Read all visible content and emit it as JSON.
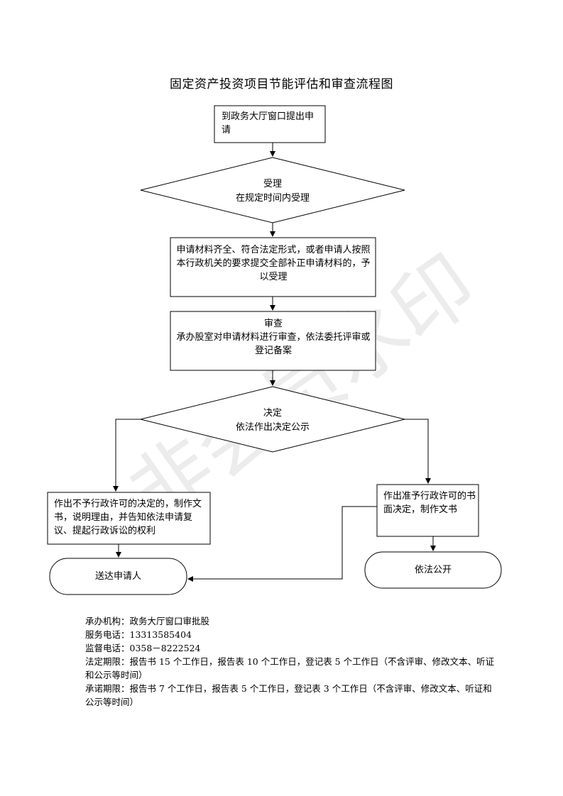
{
  "title": "固定资产投资项目节能评估和审查流程图",
  "steps": {
    "apply": "到政务大厅窗口提出申请",
    "accept_title": "受理",
    "accept_desc": "在规定时间内受理",
    "materials": "申请材料齐全、符合法定形式，或者申请人按照本行政机关的要求提交全部补正申请材料的，予以受理",
    "review_title": "审查",
    "review_desc": "承办股室对申请材料进行审查，依法委托评审或登记备案",
    "decide_title": "决定",
    "decide_desc": "依法作出决定公示",
    "reject": "作出不予行政许可的决定的，制作文书，说明理由，并告知依法申请复议、提起行政诉讼的权利",
    "approve": "作出准予行政许可的书面决定，制作文书",
    "deliver": "送达申请人",
    "publish": "依法公开"
  },
  "info": {
    "org": "承办机构：政务大厅窗口审批股",
    "service_phone": "服务电话：13313585404",
    "supervise_phone": "监督电话：0358－8222524",
    "legal_term": "法定期限：报告书 15 个工作日，报告表 10 个工作日，登记表 5 个工作日（不含评审、修改文本、听证和公示等时间）",
    "promise_term": "承诺期限：报告书 7 个工作日，报告表 5 个工作日，登记表 3 个工作日（不含评审、修改文本、听证和公示等时间）"
  },
  "watermark": "非会员水印"
}
